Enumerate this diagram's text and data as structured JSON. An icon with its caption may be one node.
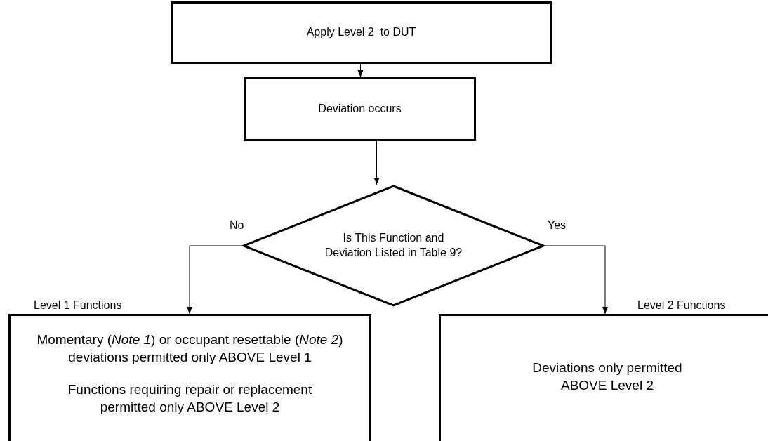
{
  "diagram": {
    "nodes": [
      {
        "text": [
          "Apply Level 2  to DUT"
        ]
      },
      {
        "text": [
          "Deviation occurs"
        ]
      },
      {
        "text": [
          "Is This Function and Deviation Listed in Table 9?"
        ]
      },
      {
        "text": [
          "Momentary (*Note 1*) or occupant resettable (*Note 2*) deviations permitted only ABOVE Level 1",
          "Functions requiring repair or replacement permitted only ABOVE Level 2"
        ],
        "beside": [
          "Level 1 Functions"
        ]
      },
      {
        "text": [
          "Deviations only permitted ABOVE Level 2"
        ],
        "beside": [
          "Level 2 Functions"
        ]
      }
    ],
    "edges": [
      {
        "from": 0,
        "to": 1,
        "arrow": "to"
      },
      {
        "from": 1,
        "to": 2,
        "arrow": "to"
      },
      {
        "from": 2,
        "to": 3,
        "arrow": "to",
        "label": "No"
      },
      {
        "from": 2,
        "to": 4,
        "arrow": "to",
        "label": "Yes"
      }
    ]
  }
}
